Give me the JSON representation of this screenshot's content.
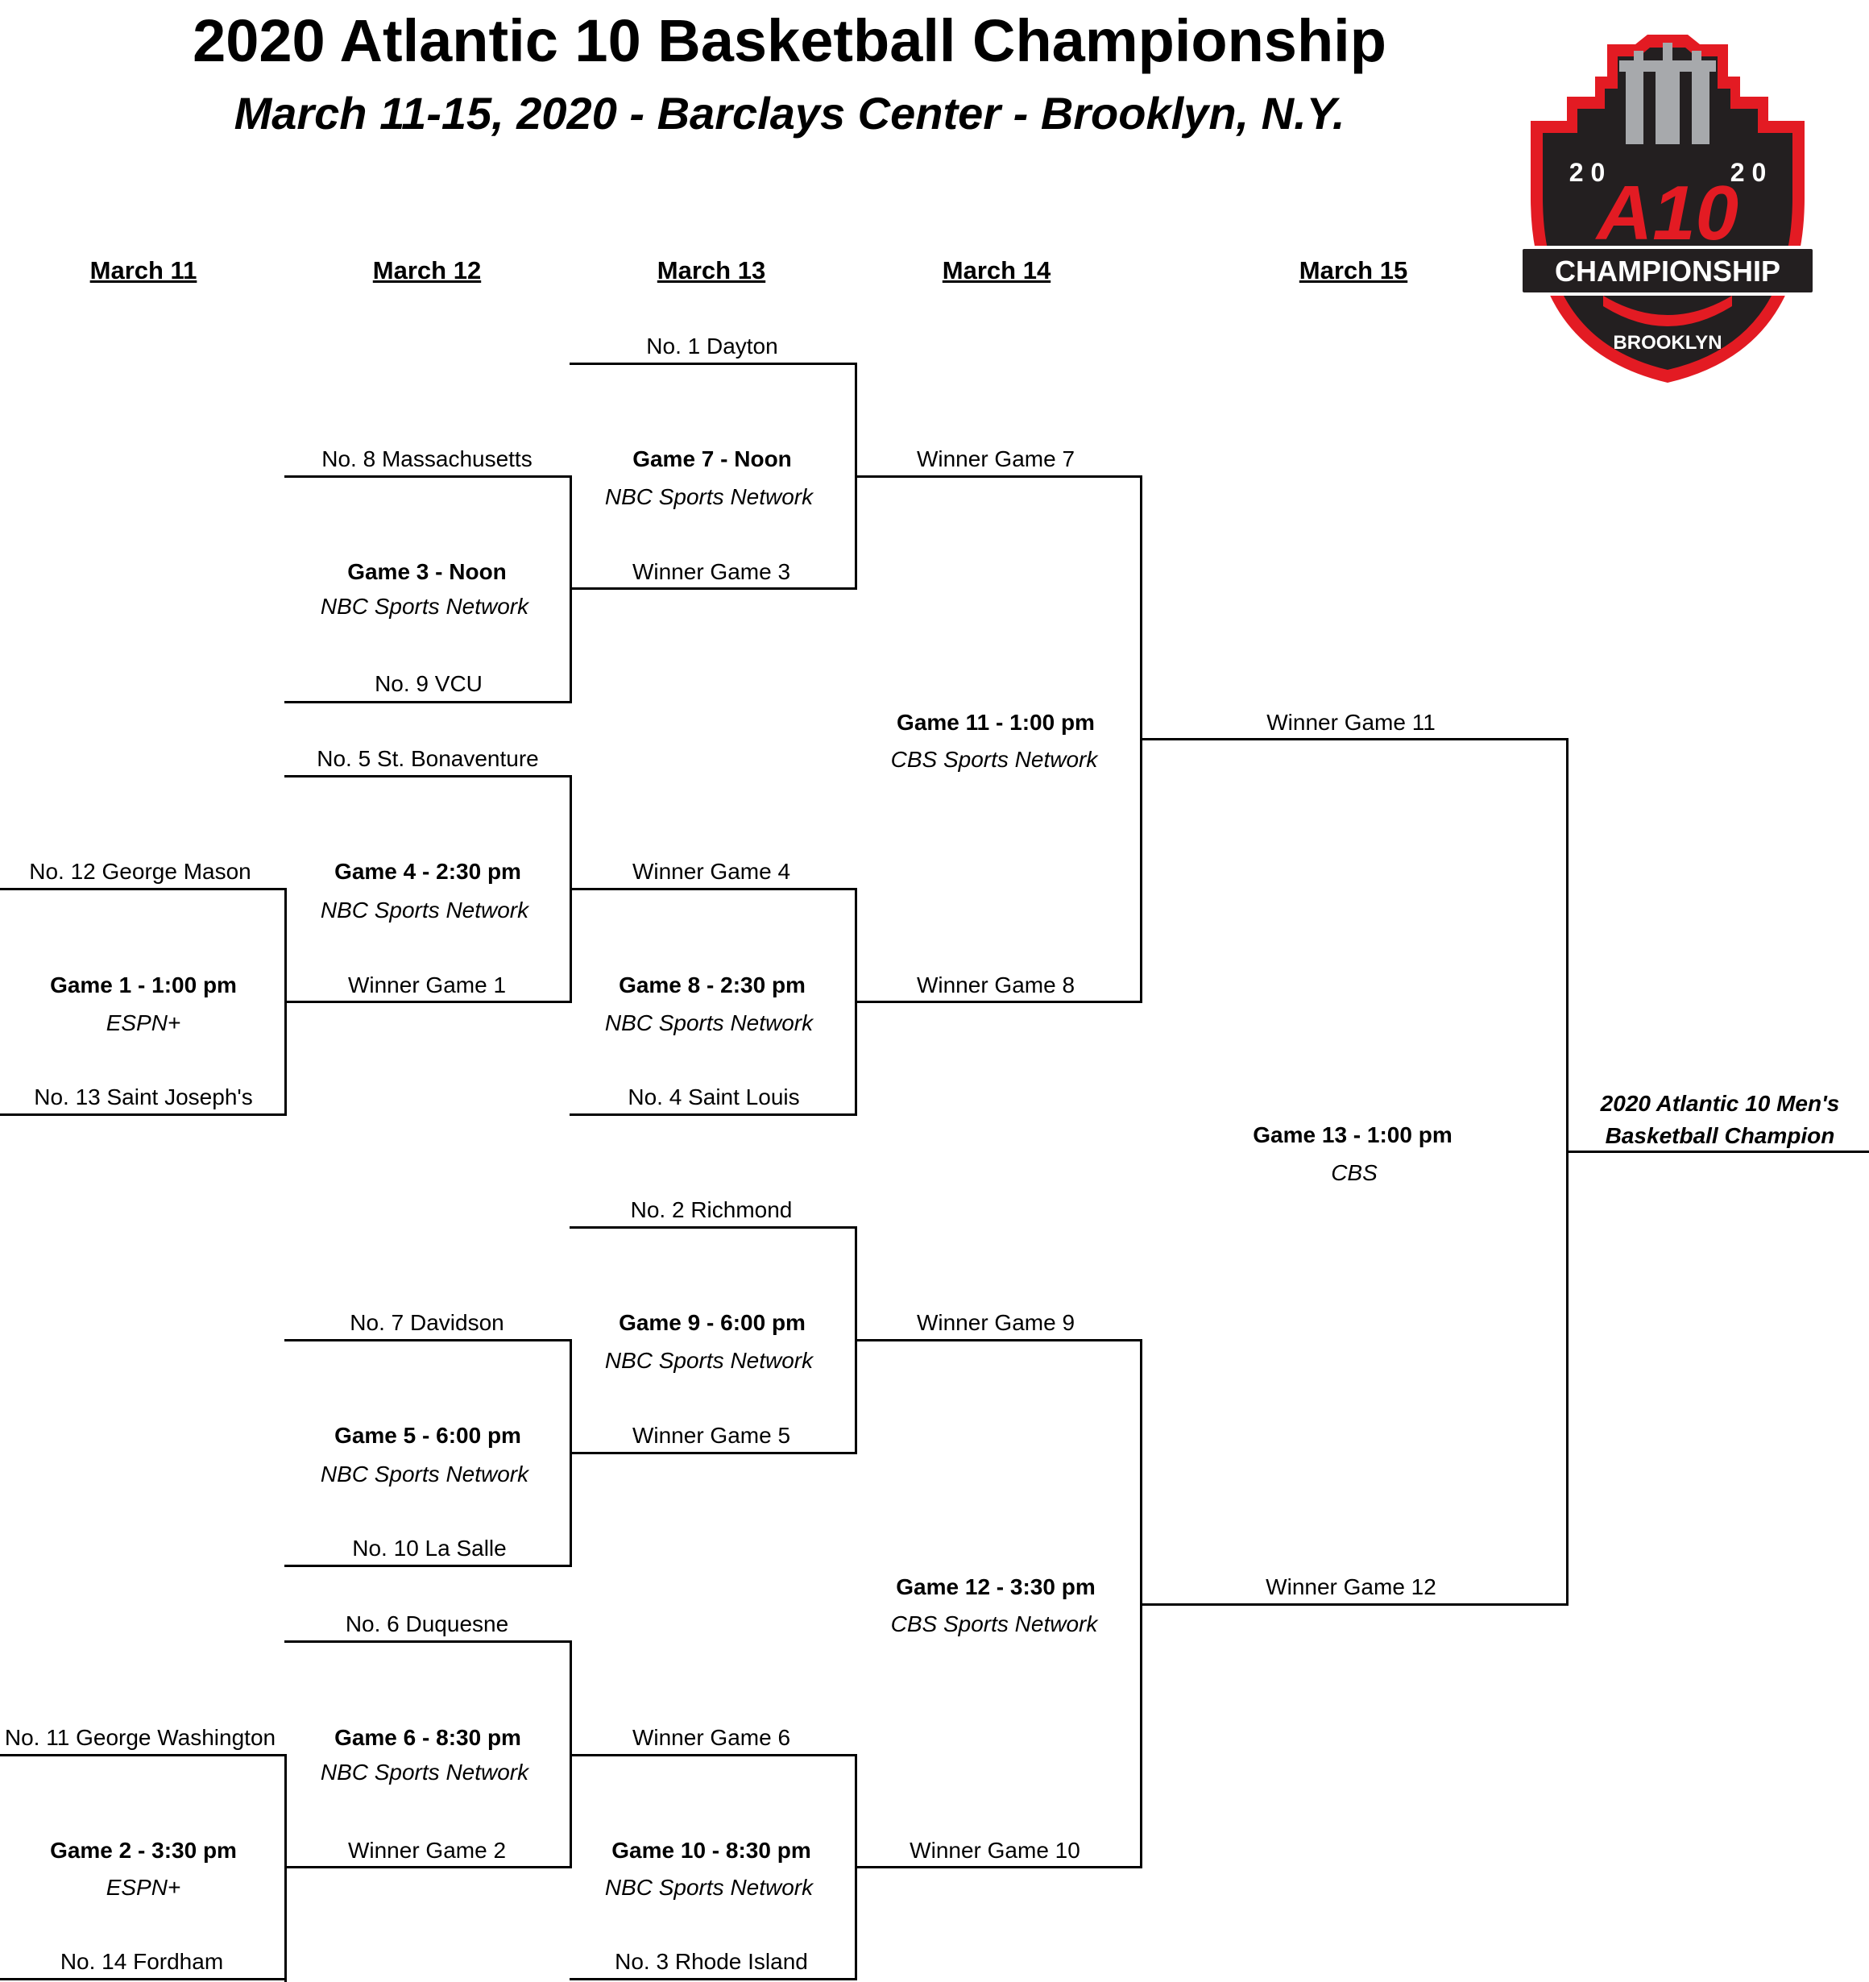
{
  "title": "2020 Atlantic 10 Basketball Championship",
  "subtitle": "March 11-15, 2020 - Barclays Center - Brooklyn, N.Y.",
  "dates": [
    "March 11",
    "March 12",
    "March 13",
    "March 14",
    "March 15"
  ],
  "logo": {
    "year_left": "2 0",
    "year_right": "2 0",
    "brand": "A10",
    "banner": "CHAMPIONSHIP",
    "city": "BROOKLYN",
    "colors": {
      "red": "#e31b23",
      "black": "#231f20",
      "gray": "#a7a9ac"
    }
  },
  "teams": {
    "dayton": "No. 1 Dayton",
    "massachusetts": "No. 8 Massachusetts",
    "vcu": "No. 9 VCU",
    "st_bonaventure": "No. 5 St. Bonaventure",
    "george_mason": "No. 12 George Mason",
    "saint_josephs": "No. 13 Saint Joseph's",
    "saint_louis": "No. 4 Saint Louis",
    "richmond": "No. 2 Richmond",
    "davidson": "No. 7 Davidson",
    "la_salle": "No. 10 La Salle",
    "duquesne": "No. 6 Duquesne",
    "george_washington": "No. 11 George Washington",
    "fordham": "No. 14 Fordham",
    "rhode_island": "No. 3 Rhode Island"
  },
  "games": {
    "g1": {
      "label": "Game 1 - 1:00 pm",
      "network": "ESPN+"
    },
    "g2": {
      "label": "Game 2 - 3:30 pm",
      "network": "ESPN+"
    },
    "g3": {
      "label": "Game 3 - Noon",
      "network": "NBC Sports Network"
    },
    "g4": {
      "label": "Game 4 - 2:30 pm",
      "network": "NBC Sports Network"
    },
    "g5": {
      "label": "Game 5 - 6:00 pm",
      "network": "NBC Sports Network"
    },
    "g6": {
      "label": "Game 6 - 8:30 pm",
      "network": "NBC Sports Network"
    },
    "g7": {
      "label": "Game 7 - Noon",
      "network": "NBC Sports Network"
    },
    "g8": {
      "label": "Game 8 - 2:30 pm",
      "network": "NBC Sports Network"
    },
    "g9": {
      "label": "Game 9 - 6:00 pm",
      "network": "NBC Sports Network"
    },
    "g10": {
      "label": "Game 10 - 8:30 pm",
      "network": "NBC Sports Network"
    },
    "g11": {
      "label": "Game 11 - 1:00 pm",
      "network": "CBS Sports Network"
    },
    "g12": {
      "label": "Game 12 - 3:30 pm",
      "network": "CBS Sports Network"
    },
    "g13": {
      "label": "Game 13 - 1:00 pm",
      "network": "CBS"
    }
  },
  "winners": {
    "w1": "Winner Game 1",
    "w2": "Winner Game 2",
    "w3": "Winner Game 3",
    "w4": "Winner Game 4",
    "w5": "Winner Game 5",
    "w6": "Winner Game 6",
    "w7": "Winner Game 7",
    "w8": "Winner Game 8",
    "w9": "Winner Game 9",
    "w10": "Winner Game 10",
    "w11": "Winner Game 11",
    "w12": "Winner Game 12"
  },
  "champion": {
    "line1": "2020 Atlantic 10  Men's",
    "line2": "Basketball Champion"
  }
}
